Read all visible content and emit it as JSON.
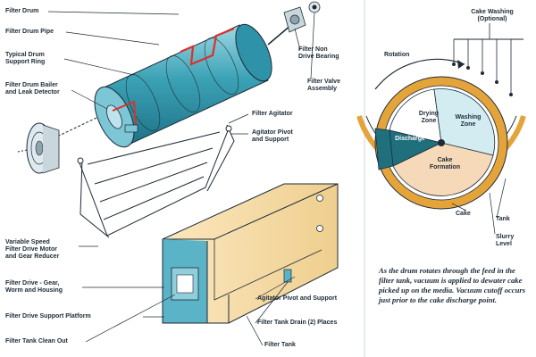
{
  "labels": {
    "filter_drum": "Filter Drum",
    "filter_drum_pipe": "Filter Drum Pipe",
    "typical_drum_support_ring": "Typical Drum\nSupport Ring",
    "filter_drum_bailer": "Filter Drum Bailer\nand Leak Detector",
    "variable_speed_drive": "Variable Speed\nFilter Drive Motor\nand Gear Reducer",
    "filter_drive_gear": "Filter Drive - Gear,\nWorm and Housing",
    "filter_drive_support_platform": "Filter Drive Support Platform",
    "filter_tank_clean_out": "Filter Tank Clean Out",
    "filter_non_drive_bearing": "Filter Non\nDrive Bearing",
    "filter_valve_assembly": "Filter Valve\nAssembly",
    "filter_agitator": "Filter Agitator",
    "agitator_pivot_support_top": "Agitator Pivot\nand Support",
    "agitator_pivot_support_bottom": "Agitator Pivot and Support",
    "filter_tank_drain": "Filter Tank Drain (2) Places",
    "filter_tank": "Filter Tank"
  },
  "cross_section": {
    "cake_washing": "Cake Washing\n(Optional)",
    "rotation": "Rotation",
    "drying_zone": "Drying\nZone",
    "washing_zone": "Washing\nZone",
    "discharge": "Discharge",
    "cake_formation": "Cake\nFormation",
    "cake": "Cake",
    "tank": "Tank",
    "slurry_level": "Slurry\nLevel"
  },
  "caption": "As the drum rotates through the feed in the filter tank, vacuum is applied to dewater cake picked up on the media. Vacuum cutoff occurs just prior to the cake discharge point.",
  "colors": {
    "drum_blue": "#2e93a8",
    "drum_light": "#7cc6d6",
    "pipe_red": "#d9322a",
    "tank_yellow": "#f3d9a3",
    "tank_blue": "#5ab3c6",
    "cake_orange": "#e5a43a",
    "discharge_teal": "#1f6f7d",
    "formation_peach": "#f6d9b8",
    "washing_blue": "#d2ecf2",
    "line_dark": "#1d2a36"
  }
}
